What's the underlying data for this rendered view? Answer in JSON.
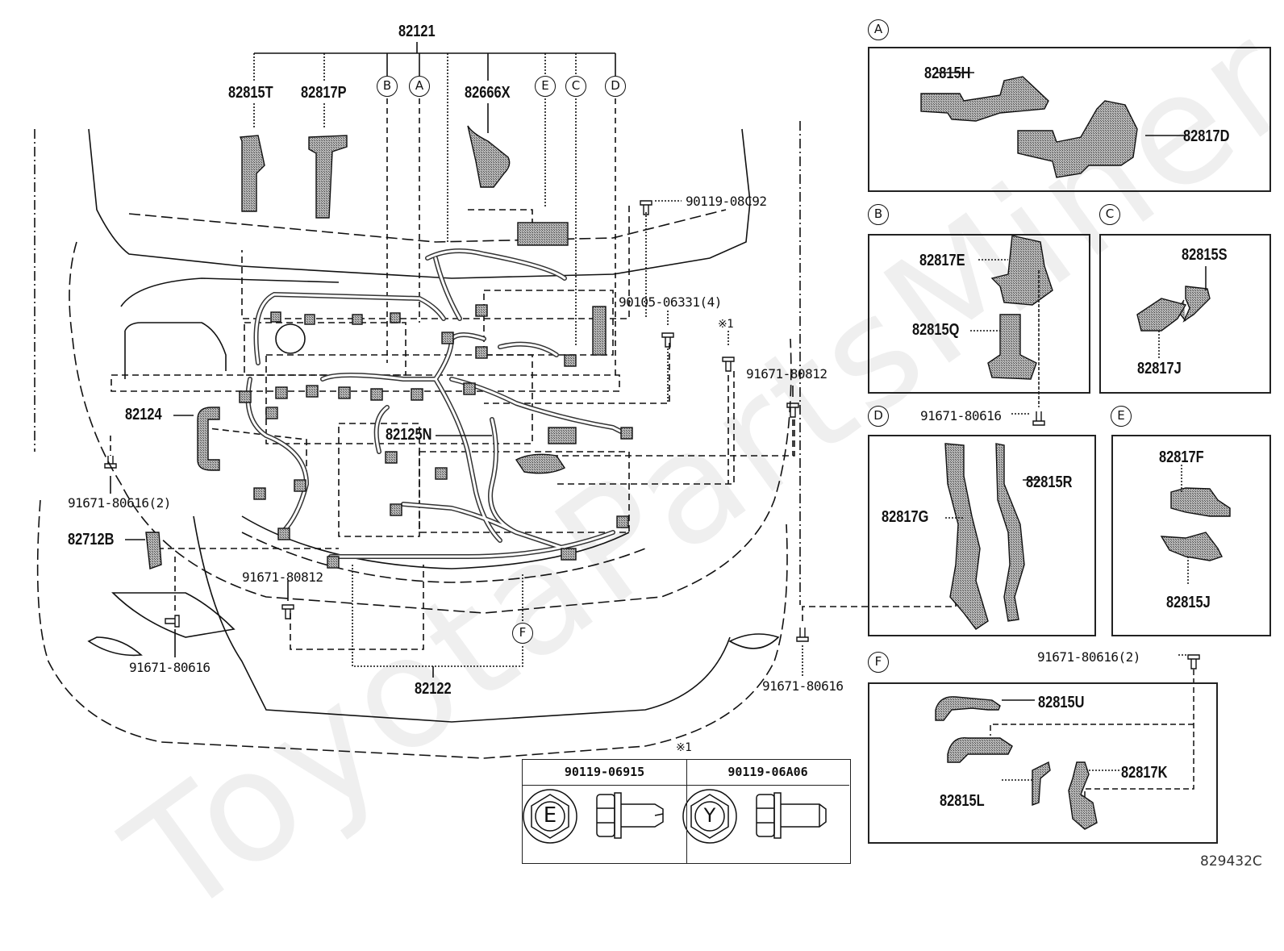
{
  "diagram": {
    "title_part": "82121",
    "bottom_part": "82122",
    "drawing_code": "829432C",
    "watermark": "ToyotaPartsMiner.ru"
  },
  "main_labels": {
    "p82815T": "82815T",
    "p82817P": "82817P",
    "p82666X": "82666X",
    "p82124": "82124",
    "p82125N": "82125N",
    "p82712B": "82712B"
  },
  "callouts": {
    "A": "A",
    "B": "B",
    "C": "C",
    "D": "D",
    "E": "E",
    "F": "F"
  },
  "fasteners": {
    "f1": "90119-08C92",
    "f2": "90105-06331(4)",
    "f3_note": "※1",
    "f4": "91671-80812",
    "f5": "91671-80616(2)",
    "f6": "91671-80812",
    "f7": "91671-80616",
    "f8": "91671-80616"
  },
  "detail_panels": {
    "A": {
      "tag": "A",
      "parts": [
        "82815H",
        "82817D"
      ]
    },
    "B": {
      "tag": "B",
      "parts": [
        "82817E",
        "82815Q"
      ]
    },
    "C": {
      "tag": "C",
      "parts": [
        "82815S",
        "82817J"
      ]
    },
    "D": {
      "tag": "D",
      "fastener": "91671-80616",
      "parts": [
        "82817G",
        "82815R"
      ]
    },
    "E": {
      "tag": "E",
      "parts": [
        "82817F",
        "82815J"
      ]
    },
    "F": {
      "tag": "F",
      "fastener": "91671-80616(2)",
      "parts": [
        "82815U",
        "82815L",
        "82817K"
      ]
    }
  },
  "note_table": {
    "note": "※1",
    "columns": [
      {
        "part": "90119-06915",
        "head_mark": "E"
      },
      {
        "part": "90119-06A06",
        "head_mark": "Y"
      }
    ]
  },
  "colors": {
    "line": "#111111",
    "fill_pattern": "#9a9a9a",
    "background": "#ffffff"
  }
}
